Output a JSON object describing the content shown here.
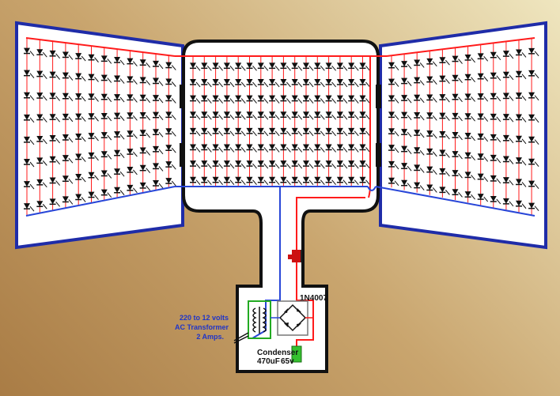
{
  "colors": {
    "positive_wire": "#ff1b1b",
    "negative_wire": "#2846d8",
    "panel_frame": "#1f2ca8",
    "panel_fill": "#ffffff",
    "led": "#111111",
    "transformer_green": "#22aa22",
    "capacitor_green": "#35c12f",
    "label_blue": "#1f35c8"
  },
  "labels": {
    "transformer_line1": "220 to 12 volts",
    "transformer_line2": "AC Transformer",
    "transformer_line3": "2 Amps.",
    "diode": "1N4007",
    "capacitor_name": "Condenser",
    "capacitor_value_a": "470uF",
    "capacitor_value_b": "65v"
  }
}
